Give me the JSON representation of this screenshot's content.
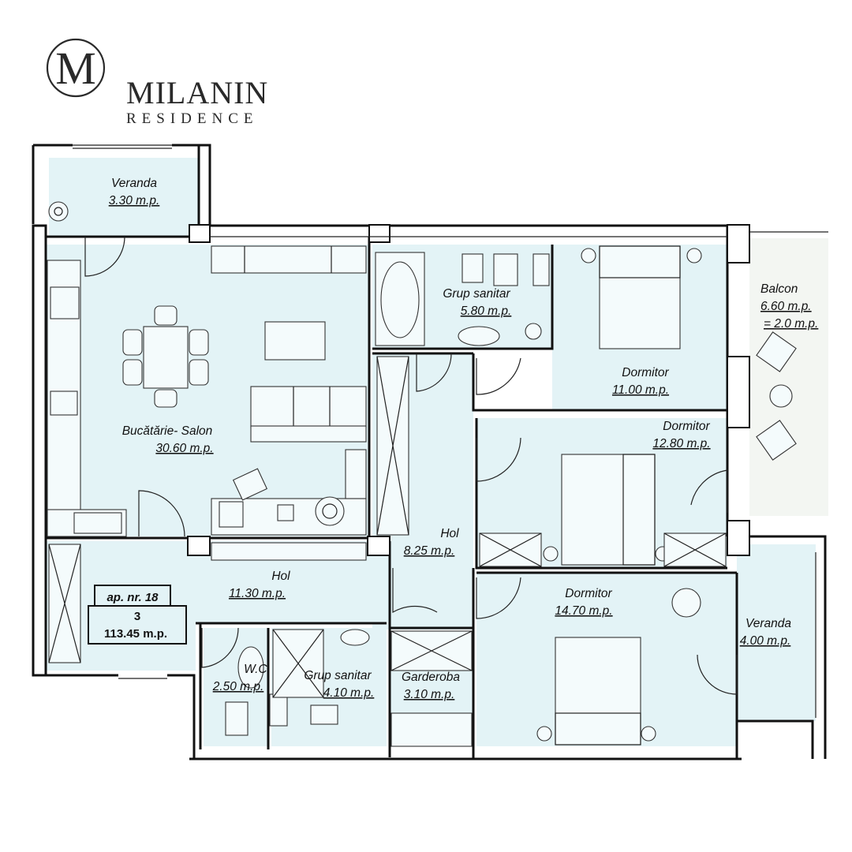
{
  "brand": {
    "monogram": "M",
    "name": "MILANIN",
    "subtitle": "RESIDENCE"
  },
  "colors": {
    "room_fill": "#e3f3f6",
    "wall": "#111111",
    "balcony_fill": "#f3f6f2"
  },
  "apartment": {
    "number_label": "ap. nr. 18",
    "rooms_count": "3",
    "total_area": "113.45 m.p."
  },
  "rooms": [
    {
      "id": "veranda-top",
      "name": "Veranda",
      "area": "3.30 m.p."
    },
    {
      "id": "kitchen-living",
      "name": "Bucătărie- Salon",
      "area": "30.60 m.p."
    },
    {
      "id": "bathroom-top",
      "name": "Grup sanitar",
      "area": "5.80 m.p."
    },
    {
      "id": "bedroom-1",
      "name": "Dormitor",
      "area": "11.00 m.p."
    },
    {
      "id": "balcony",
      "name": "Balcon",
      "area": "6.60 m.p.",
      "area_note": "= 2.0 m.p."
    },
    {
      "id": "bedroom-2",
      "name": "Dormitor",
      "area": "12.80 m.p."
    },
    {
      "id": "hall-center",
      "name": "Hol",
      "area": "8.25 m.p."
    },
    {
      "id": "hall-entry",
      "name": "Hol",
      "area": "11.30 m.p."
    },
    {
      "id": "bedroom-3",
      "name": "Dormitor",
      "area": "14.70 m.p."
    },
    {
      "id": "veranda-right",
      "name": "Veranda",
      "area": "4.00 m.p."
    },
    {
      "id": "wc",
      "name": "W.C.",
      "area": "2.50 m.p."
    },
    {
      "id": "bathroom-bottom",
      "name": "Grup sanitar",
      "area": "4.10 m.p."
    },
    {
      "id": "wardrobe",
      "name": "Garderoba",
      "area": "3.10 m.p."
    }
  ]
}
